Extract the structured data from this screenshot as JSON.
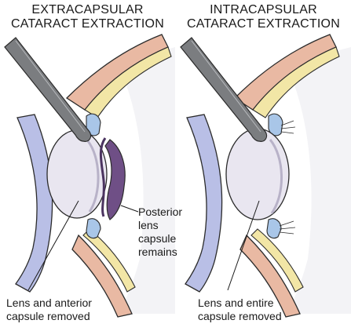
{
  "panels": [
    {
      "title_line1": "EXTRACAPSULAR",
      "title_line2": "CATARACT EXTRACTION",
      "label_capsule_line1": "Posterior lens",
      "label_capsule_line2": "capsule remains",
      "label_removed_line1": "Lens and anterior",
      "label_removed_line2": "capsule removed"
    },
    {
      "title_line1": "INTRACAPSULAR",
      "title_line2": "CATARACT EXTRACTION",
      "label_removed_line1": "Lens and entire",
      "label_removed_line2": "capsule removed"
    }
  ],
  "colors": {
    "cornea": "#b9bfe6",
    "lens": "#e9e6f0",
    "posterior_capsule": "#6f4f86",
    "iris": "#a9c6e8",
    "sclera": "#e9b9a3",
    "ciliary": "#f2e6a6",
    "forceps": "#7b7d80"
  }
}
